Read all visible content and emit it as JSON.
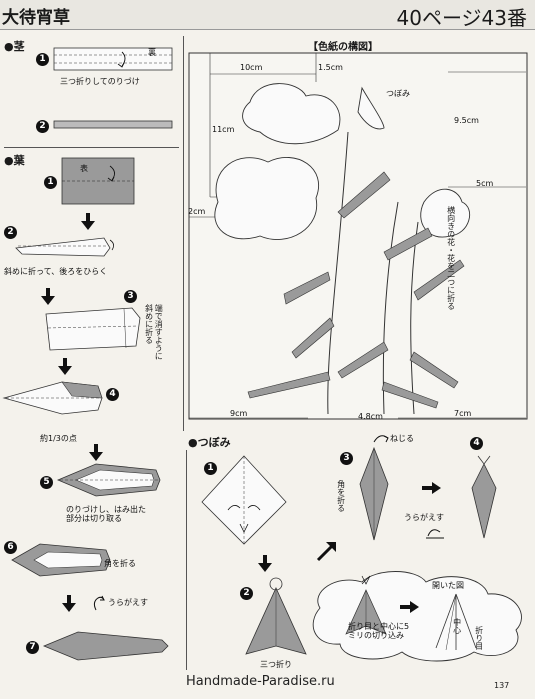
{
  "header": {
    "title": "大待宵草",
    "page_ref": "40ページ43番"
  },
  "stem": {
    "heading": "●茎",
    "step1_label": "三つ折りしてのりづけ",
    "fold_label": "裏"
  },
  "leaf": {
    "heading": "●葉",
    "front_label": "表",
    "step2_label": "斜めに折って、後ろをひらく",
    "step3_label": "端で消すように斜めに折る",
    "point_label": "約1/3の点",
    "step5_label": "のりづけし、はみ出た部分は切り取る",
    "corner_label": "角を折る",
    "flip_label": "うらがえす"
  },
  "composition": {
    "heading": "【色紙の構図】",
    "bud_label": "つぼみ",
    "side_flower_label": "横向きの花・花を二つに折る",
    "dims": {
      "d10": "10cm",
      "d15": "1.5cm",
      "d11": "11cm",
      "d95": "9.5cm",
      "d5": "5cm",
      "d2": "2cm",
      "d9": "9cm",
      "d48": "4.8cm",
      "d7": "7cm"
    }
  },
  "bud": {
    "heading": "●つぼみ",
    "twist_label": "ねじる",
    "corner_label": "角を折る",
    "flip_label": "うらがえす",
    "tri_fold_label": "三つ折り",
    "cut_label": "折り目と中心に5ミリの切り込み",
    "open_label": "開いた図",
    "center_label": "中心",
    "crease_label": "折り目"
  },
  "steps": [
    "1",
    "2",
    "3",
    "4",
    "5",
    "6",
    "7"
  ],
  "footer": {
    "watermark": "Handmade-Paradise.ru",
    "page_number": "137"
  },
  "colors": {
    "paper_gray": "#9a9a9a",
    "ink": "#111111",
    "background": "#f4f2ec"
  }
}
